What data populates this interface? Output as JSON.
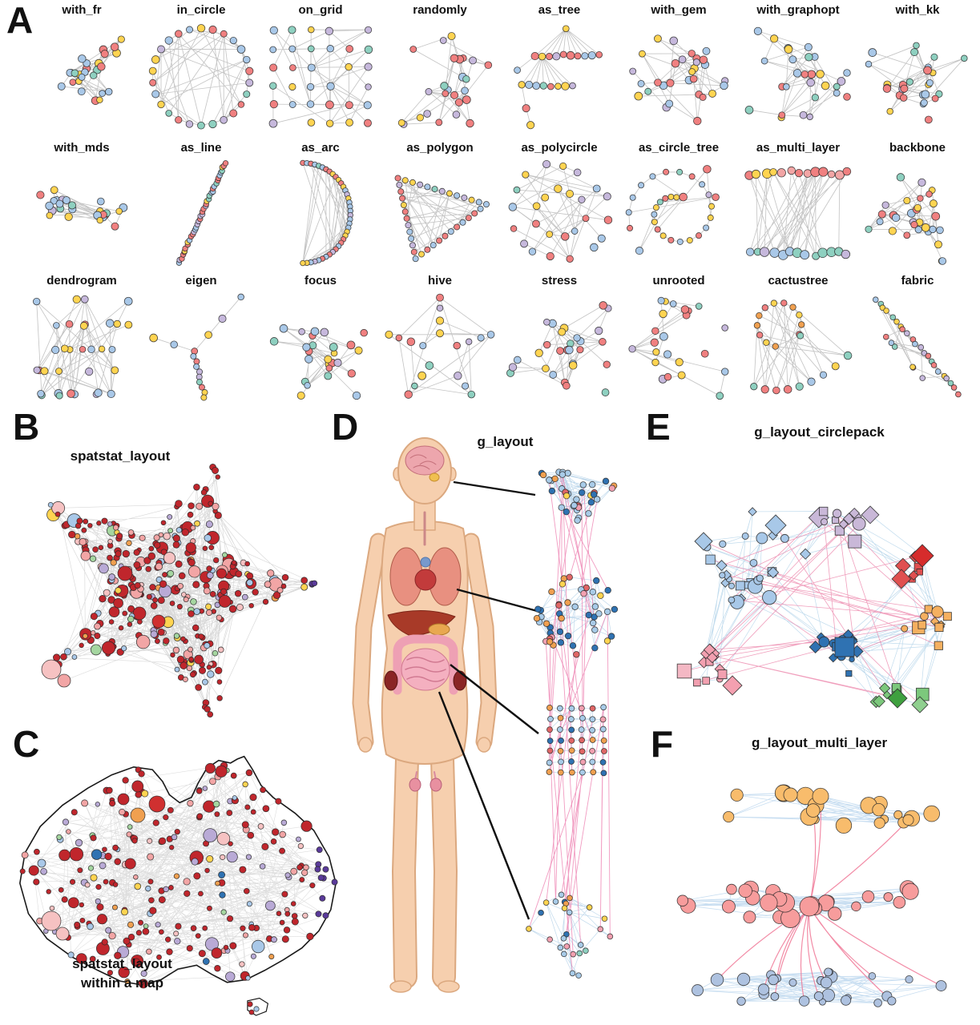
{
  "figure": {
    "panel_a": {
      "label": "A",
      "layouts": [
        "with_fr",
        "in_circle",
        "on_grid",
        "randomly",
        "as_tree",
        "with_gem",
        "with_graphopt",
        "with_kk",
        "with_mds",
        "as_line",
        "as_arc",
        "as_polygon",
        "as_polycircle",
        "as_circle_tree",
        "as_multi_layer",
        "backbone",
        "dendrogram",
        "eigen",
        "focus",
        "hive",
        "stress",
        "unrooted",
        "cactustree",
        "fabric"
      ]
    },
    "panel_b": {
      "label": "B",
      "title": "spatstat_layout"
    },
    "panel_c": {
      "label": "C",
      "title_line1": "spatstat_layout",
      "title_line2": "within a map"
    },
    "panel_d": {
      "label": "D",
      "title": "g_layout"
    },
    "panel_e": {
      "label": "E",
      "title": "g_layout_circlepack"
    },
    "panel_f": {
      "label": "F",
      "title": "g_layout_multi_layer"
    }
  },
  "palette": {
    "mini_node_colors": [
      "#f08080",
      "#ffd451",
      "#a9c8e8",
      "#c6b8dc",
      "#8ed0c0"
    ],
    "edge_gray": "#bdbdbd",
    "crimson": "#c0262c",
    "salmon_pink": "#f2a5a5",
    "pale_pink": "#f6c2c2",
    "lavender": "#b9aad6",
    "light_blue": "#a9c8e8",
    "purple": "#5a3a9a",
    "orange": "#f0a050",
    "yellow": "#ffd451",
    "green": "#a5d6a0",
    "skin": "#f6cfae",
    "pink_edge": "#ee82b2",
    "blue_edge": "#9cc3dc"
  }
}
